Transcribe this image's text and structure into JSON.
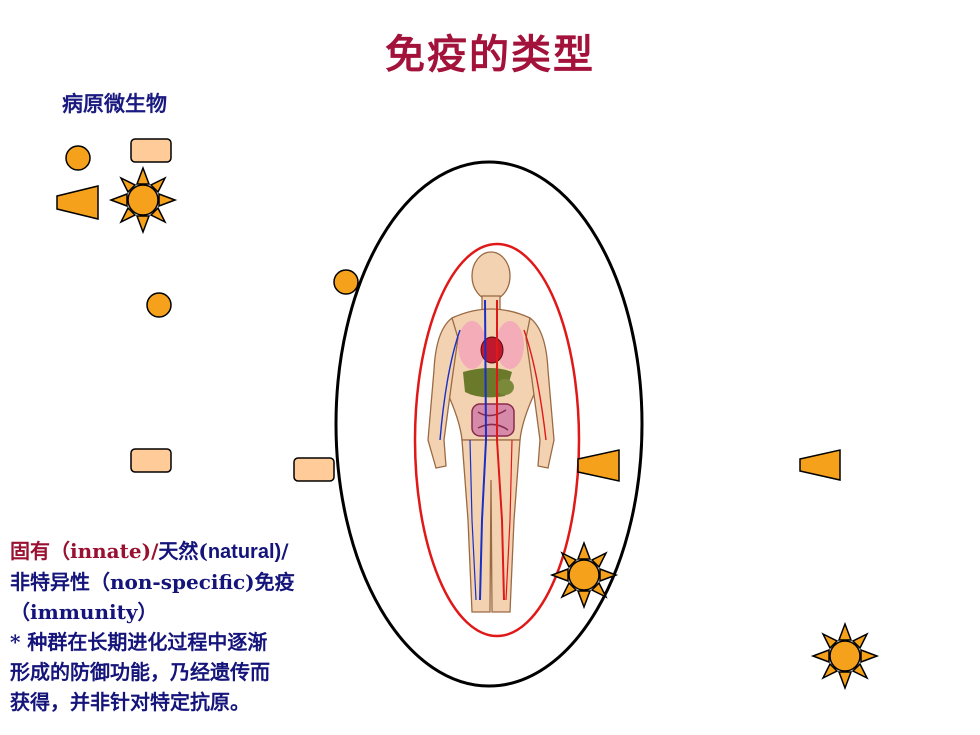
{
  "slide": {
    "title": "免疫的类型",
    "pathogen_label": "病原微生物"
  },
  "text": {
    "line1_red": "固有（innate)/",
    "line1_a": "天然(",
    "line1_natural": "natural)",
    "line1_b": "/",
    "line2": "非特异性（non-specific)免疫",
    "line3": "（immunity）",
    "line4": "* 种群在长期进化过程中逐渐",
    "line5": "形成的防御功能，乃经遗传而",
    "line6": "获得，并非针对特定抗原。"
  },
  "colors": {
    "title": "#a3123a",
    "text": "#14147a",
    "pathogen_orange": "#f5a11c",
    "pathogen_peach": "#ffcc99",
    "outer_ellipse": "#000000",
    "inner_ellipse": "#e01818"
  },
  "pathogens": [
    {
      "shape": "circle"
    },
    {
      "shape": "rounded-rect"
    },
    {
      "shape": "trapezoid"
    },
    {
      "shape": "sun"
    },
    {
      "shape": "circle"
    },
    {
      "shape": "circle"
    },
    {
      "shape": "rounded-rect"
    },
    {
      "shape": "rounded-rect"
    },
    {
      "shape": "trapezoid"
    },
    {
      "shape": "trapezoid"
    },
    {
      "shape": "sun"
    },
    {
      "shape": "sun"
    }
  ]
}
